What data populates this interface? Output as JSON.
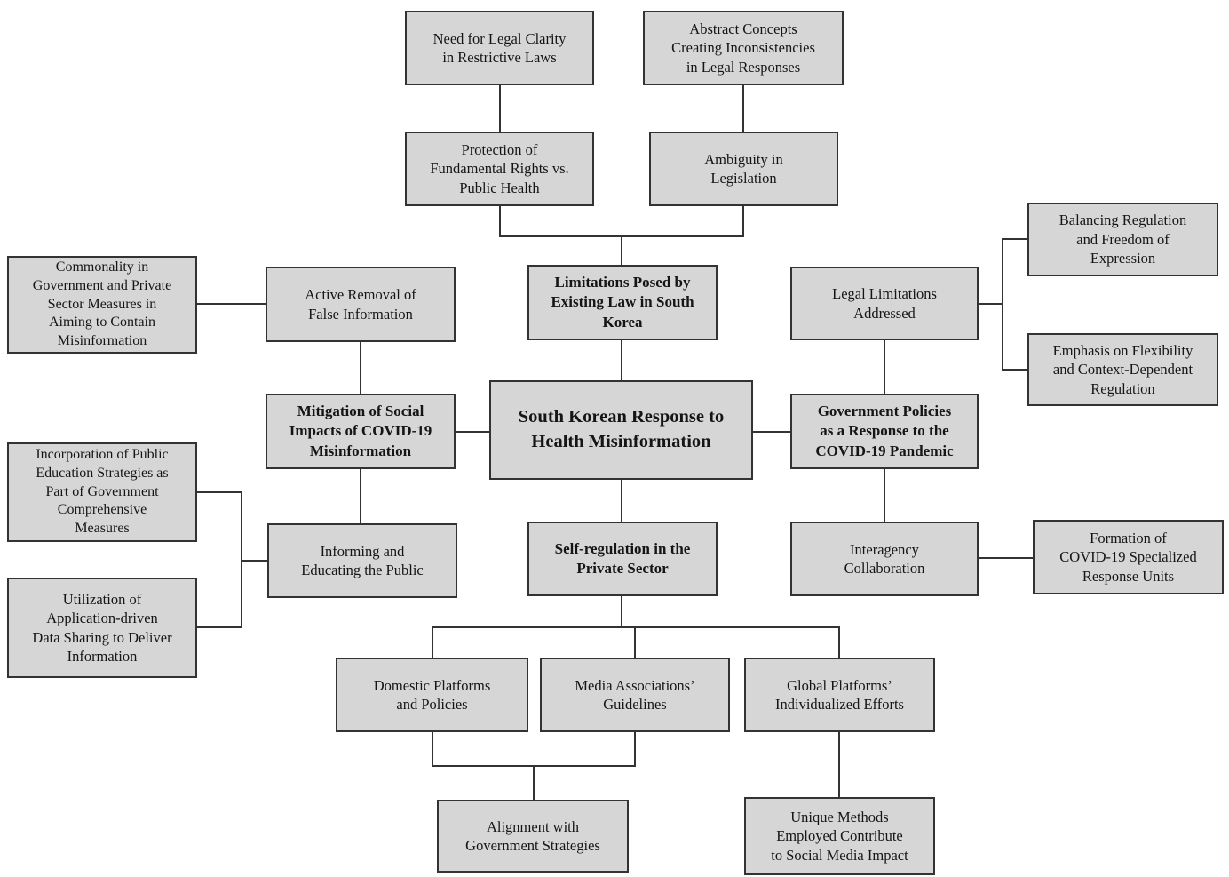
{
  "diagram": {
    "background_color": "#ffffff",
    "node_fill_color": "#d6d6d6",
    "node_border_color": "#333333",
    "connector_color": "#333333",
    "text_color": "#151515",
    "nodes": [
      {
        "id": "need-legal-clarity",
        "label": "Need for Legal Clarity\nin Restrictive Laws",
        "emphasis": "normal"
      },
      {
        "id": "abstract-concepts",
        "label": "Abstract Concepts\nCreating Inconsistencies\nin Legal Responses",
        "emphasis": "normal"
      },
      {
        "id": "protection-rights",
        "label": "Protection of\nFundamental Rights vs.\nPublic Health",
        "emphasis": "normal"
      },
      {
        "id": "ambiguity-legislation",
        "label": "Ambiguity in\nLegislation",
        "emphasis": "normal"
      },
      {
        "id": "commonality",
        "label": "Commonality in\nGovernment and Private\nSector Measures in\nAiming to Contain\nMisinformation",
        "emphasis": "normal"
      },
      {
        "id": "active-removal",
        "label": "Active Removal of\nFalse Information",
        "emphasis": "normal"
      },
      {
        "id": "limitations-law",
        "label": "Limitations Posed by\nExisting Law in South\nKorea",
        "emphasis": "bold"
      },
      {
        "id": "legal-limitations",
        "label": "Legal Limitations\nAddressed",
        "emphasis": "normal"
      },
      {
        "id": "balancing-regulation",
        "label": "Balancing Regulation\nand Freedom of\nExpression",
        "emphasis": "normal"
      },
      {
        "id": "emphasis-flexibility",
        "label": "Emphasis on Flexibility\nand Context-Dependent\nRegulation",
        "emphasis": "normal"
      },
      {
        "id": "mitigation-social",
        "label": "Mitigation of Social\nImpacts of COVID-19\nMisinformation",
        "emphasis": "bold"
      },
      {
        "id": "south-korean-response",
        "label": "South Korean Response to\nHealth Misinformation",
        "emphasis": "bold-large"
      },
      {
        "id": "government-policies",
        "label": "Government Policies\nas a Response to the\nCOVID-19 Pandemic",
        "emphasis": "bold"
      },
      {
        "id": "incorporation-education",
        "label": "Incorporation of Public\nEducation Strategies as\nPart of Government\nComprehensive\nMeasures",
        "emphasis": "normal"
      },
      {
        "id": "utilization-data",
        "label": "Utilization of\nApplication-driven\nData Sharing to Deliver\nInformation",
        "emphasis": "normal"
      },
      {
        "id": "informing-educating",
        "label": "Informing and\nEducating the Public",
        "emphasis": "normal"
      },
      {
        "id": "self-regulation",
        "label": "Self-regulation in the\nPrivate Sector",
        "emphasis": "bold"
      },
      {
        "id": "interagency",
        "label": "Interagency\nCollaboration",
        "emphasis": "normal"
      },
      {
        "id": "formation-units",
        "label": "Formation of\nCOVID-19 Specialized\nResponse Units",
        "emphasis": "normal"
      },
      {
        "id": "domestic-platforms",
        "label": "Domestic Platforms\nand Policies",
        "emphasis": "normal"
      },
      {
        "id": "media-associations",
        "label": "Media Associations’\nGuidelines",
        "emphasis": "normal"
      },
      {
        "id": "global-platforms",
        "label": "Global Platforms’\nIndividualized Efforts",
        "emphasis": "normal"
      },
      {
        "id": "alignment-strategies",
        "label": "Alignment with\nGovernment Strategies",
        "emphasis": "normal"
      },
      {
        "id": "unique-methods",
        "label": "Unique Methods\nEmployed Contribute\nto Social Media Impact",
        "emphasis": "normal"
      }
    ],
    "edges": [
      {
        "from": "need-legal-clarity",
        "to": "protection-rights"
      },
      {
        "from": "abstract-concepts",
        "to": "ambiguity-legislation"
      },
      {
        "from": "protection-rights",
        "to": "limitations-law"
      },
      {
        "from": "ambiguity-legislation",
        "to": "limitations-law"
      },
      {
        "from": "limitations-law",
        "to": "south-korean-response"
      },
      {
        "from": "commonality",
        "to": "active-removal"
      },
      {
        "from": "active-removal",
        "to": "mitigation-social"
      },
      {
        "from": "mitigation-social",
        "to": "south-korean-response"
      },
      {
        "from": "mitigation-social",
        "to": "informing-educating"
      },
      {
        "from": "incorporation-education",
        "to": "informing-educating"
      },
      {
        "from": "utilization-data",
        "to": "informing-educating"
      },
      {
        "from": "south-korean-response",
        "to": "government-policies"
      },
      {
        "from": "south-korean-response",
        "to": "self-regulation"
      },
      {
        "from": "legal-limitations",
        "to": "government-policies"
      },
      {
        "from": "legal-limitations",
        "to": "balancing-regulation"
      },
      {
        "from": "legal-limitations",
        "to": "emphasis-flexibility"
      },
      {
        "from": "government-policies",
        "to": "interagency"
      },
      {
        "from": "interagency",
        "to": "formation-units"
      },
      {
        "from": "self-regulation",
        "to": "domestic-platforms"
      },
      {
        "from": "self-regulation",
        "to": "media-associations"
      },
      {
        "from": "self-regulation",
        "to": "global-platforms"
      },
      {
        "from": "domestic-platforms",
        "to": "alignment-strategies"
      },
      {
        "from": "media-associations",
        "to": "alignment-strategies"
      },
      {
        "from": "global-platforms",
        "to": "unique-methods"
      }
    ]
  }
}
